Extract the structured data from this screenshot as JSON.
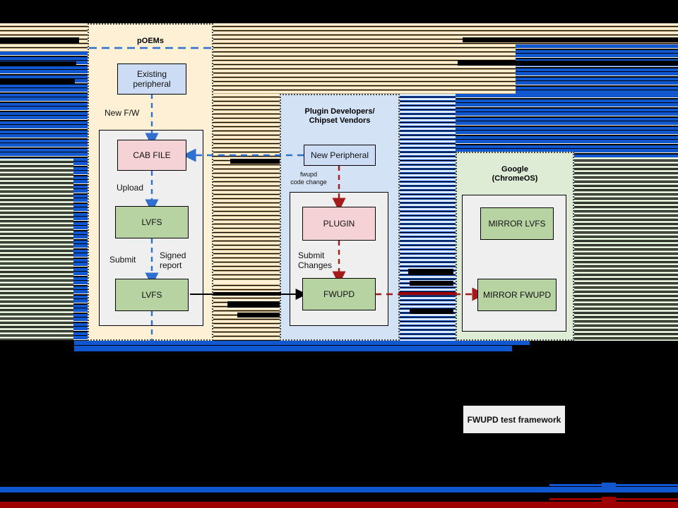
{
  "diagram": {
    "title_hidden": "",
    "lanes": [
      {
        "id": "poems",
        "title": "pOEMs"
      },
      {
        "id": "plugin",
        "title": "Plugin Developers/\nChipset Vendors"
      },
      {
        "id": "google",
        "title": "Google\n(ChromeOS)"
      }
    ],
    "nodes": {
      "existing_peripheral": "Existing\nperipheral",
      "cab_file": "CAB FILE",
      "lvfs_upload": "LVFS",
      "lvfs_submit": "LVFS",
      "new_peripheral": "New Peripheral",
      "plugin": "PLUGIN",
      "fwupd": "FWUPD",
      "mirror_lvfs": "MIRROR LVFS",
      "mirror_fwupd": "MIRROR FWUPD",
      "test_framework": "FWUPD test framework"
    },
    "edge_labels": {
      "new_fw": "New F/W",
      "upload": "Upload",
      "submit": "Submit",
      "signed_report": "Signed\nreport",
      "fwupd_code_change": "fwupd\ncode change",
      "submit_changes": "Submit\nChanges"
    },
    "colors": {
      "lane_poems_fill": "#fdf0d5",
      "lane_plugin_fill": "#d3e3f5",
      "lane_google_fill": "#dfecd5",
      "node_blue": "#ccdcf5",
      "node_pink": "#f5d2d6",
      "node_green": "#b7d3a2",
      "node_white": "#efefef",
      "arrow_blue": "#2f6fd0",
      "arrow_red": "#a51a1a",
      "arrow_black": "#000000",
      "glitch_royal": "#1157d0",
      "glitch_dark_red": "#9e0000",
      "background": "#000000"
    }
  }
}
